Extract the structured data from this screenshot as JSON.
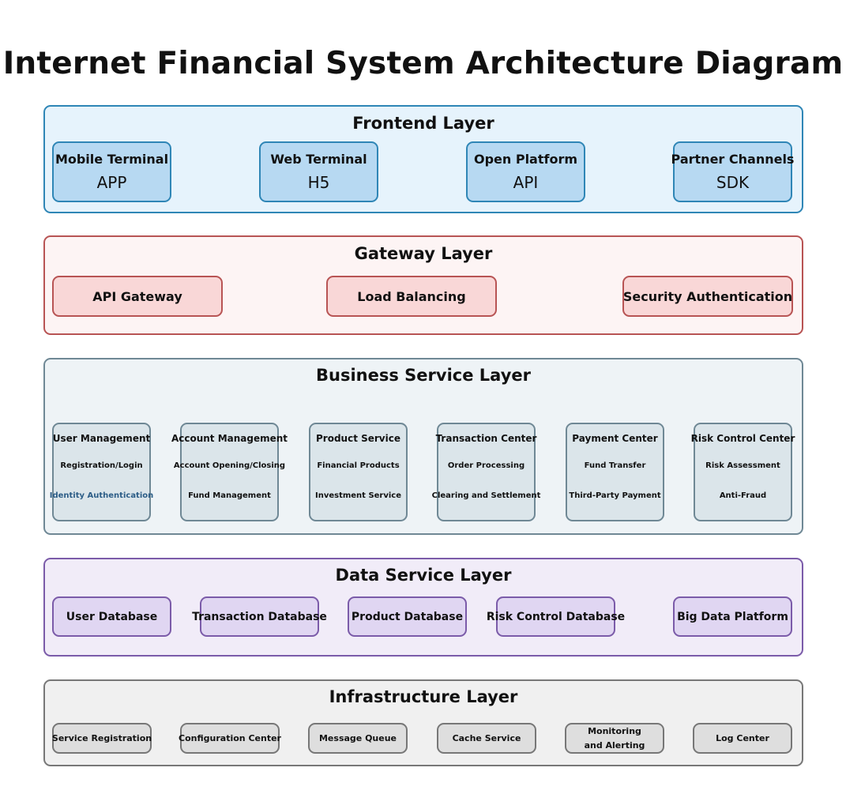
{
  "title": "Internet Financial System Architecture Diagram",
  "layers": {
    "frontend": {
      "title": "Frontend Layer",
      "items": [
        {
          "name": "Mobile Terminal",
          "sub": "APP"
        },
        {
          "name": "Web Terminal",
          "sub": "H5"
        },
        {
          "name": "Open Platform",
          "sub": "API"
        },
        {
          "name": "Partner Channels",
          "sub": "SDK"
        }
      ]
    },
    "gateway": {
      "title": "Gateway Layer",
      "items": [
        "API Gateway",
        "Load Balancing",
        "Security Authentication"
      ]
    },
    "business": {
      "title": "Business Service Layer",
      "items": [
        {
          "name": "User Management",
          "items": [
            "Registration/Login",
            "Identity Authentication"
          ]
        },
        {
          "name": "Account Management",
          "items": [
            "Account Opening/Closing",
            "Fund Management"
          ]
        },
        {
          "name": "Product Service",
          "items": [
            "Financial Products",
            "Investment Service"
          ]
        },
        {
          "name": "Transaction Center",
          "items": [
            "Order Processing",
            "Clearing and Settlement"
          ]
        },
        {
          "name": "Payment Center",
          "items": [
            "Fund Transfer",
            "Third-Party Payment"
          ]
        },
        {
          "name": "Risk Control Center",
          "items": [
            "Risk Assessment",
            "Anti-Fraud"
          ]
        }
      ]
    },
    "data": {
      "title": "Data Service Layer",
      "items": [
        "User Database",
        "Transaction Database",
        "Product Database",
        "Risk Control Database",
        "Big Data Platform"
      ]
    },
    "infrastructure": {
      "title": "Infrastructure Layer",
      "items": [
        "Service Registration",
        "Configuration Center",
        "Message Queue",
        "Cache Service",
        "Monitoring\nand Alerting",
        "Log Center"
      ]
    }
  },
  "colors": {
    "frontend_border": "#2f86b6",
    "gateway_border": "#b85454",
    "business_border": "#6f8895",
    "data_border": "#7b5ba9",
    "infrastructure_border": "#777777",
    "highlight_text": "#2c5d87"
  }
}
